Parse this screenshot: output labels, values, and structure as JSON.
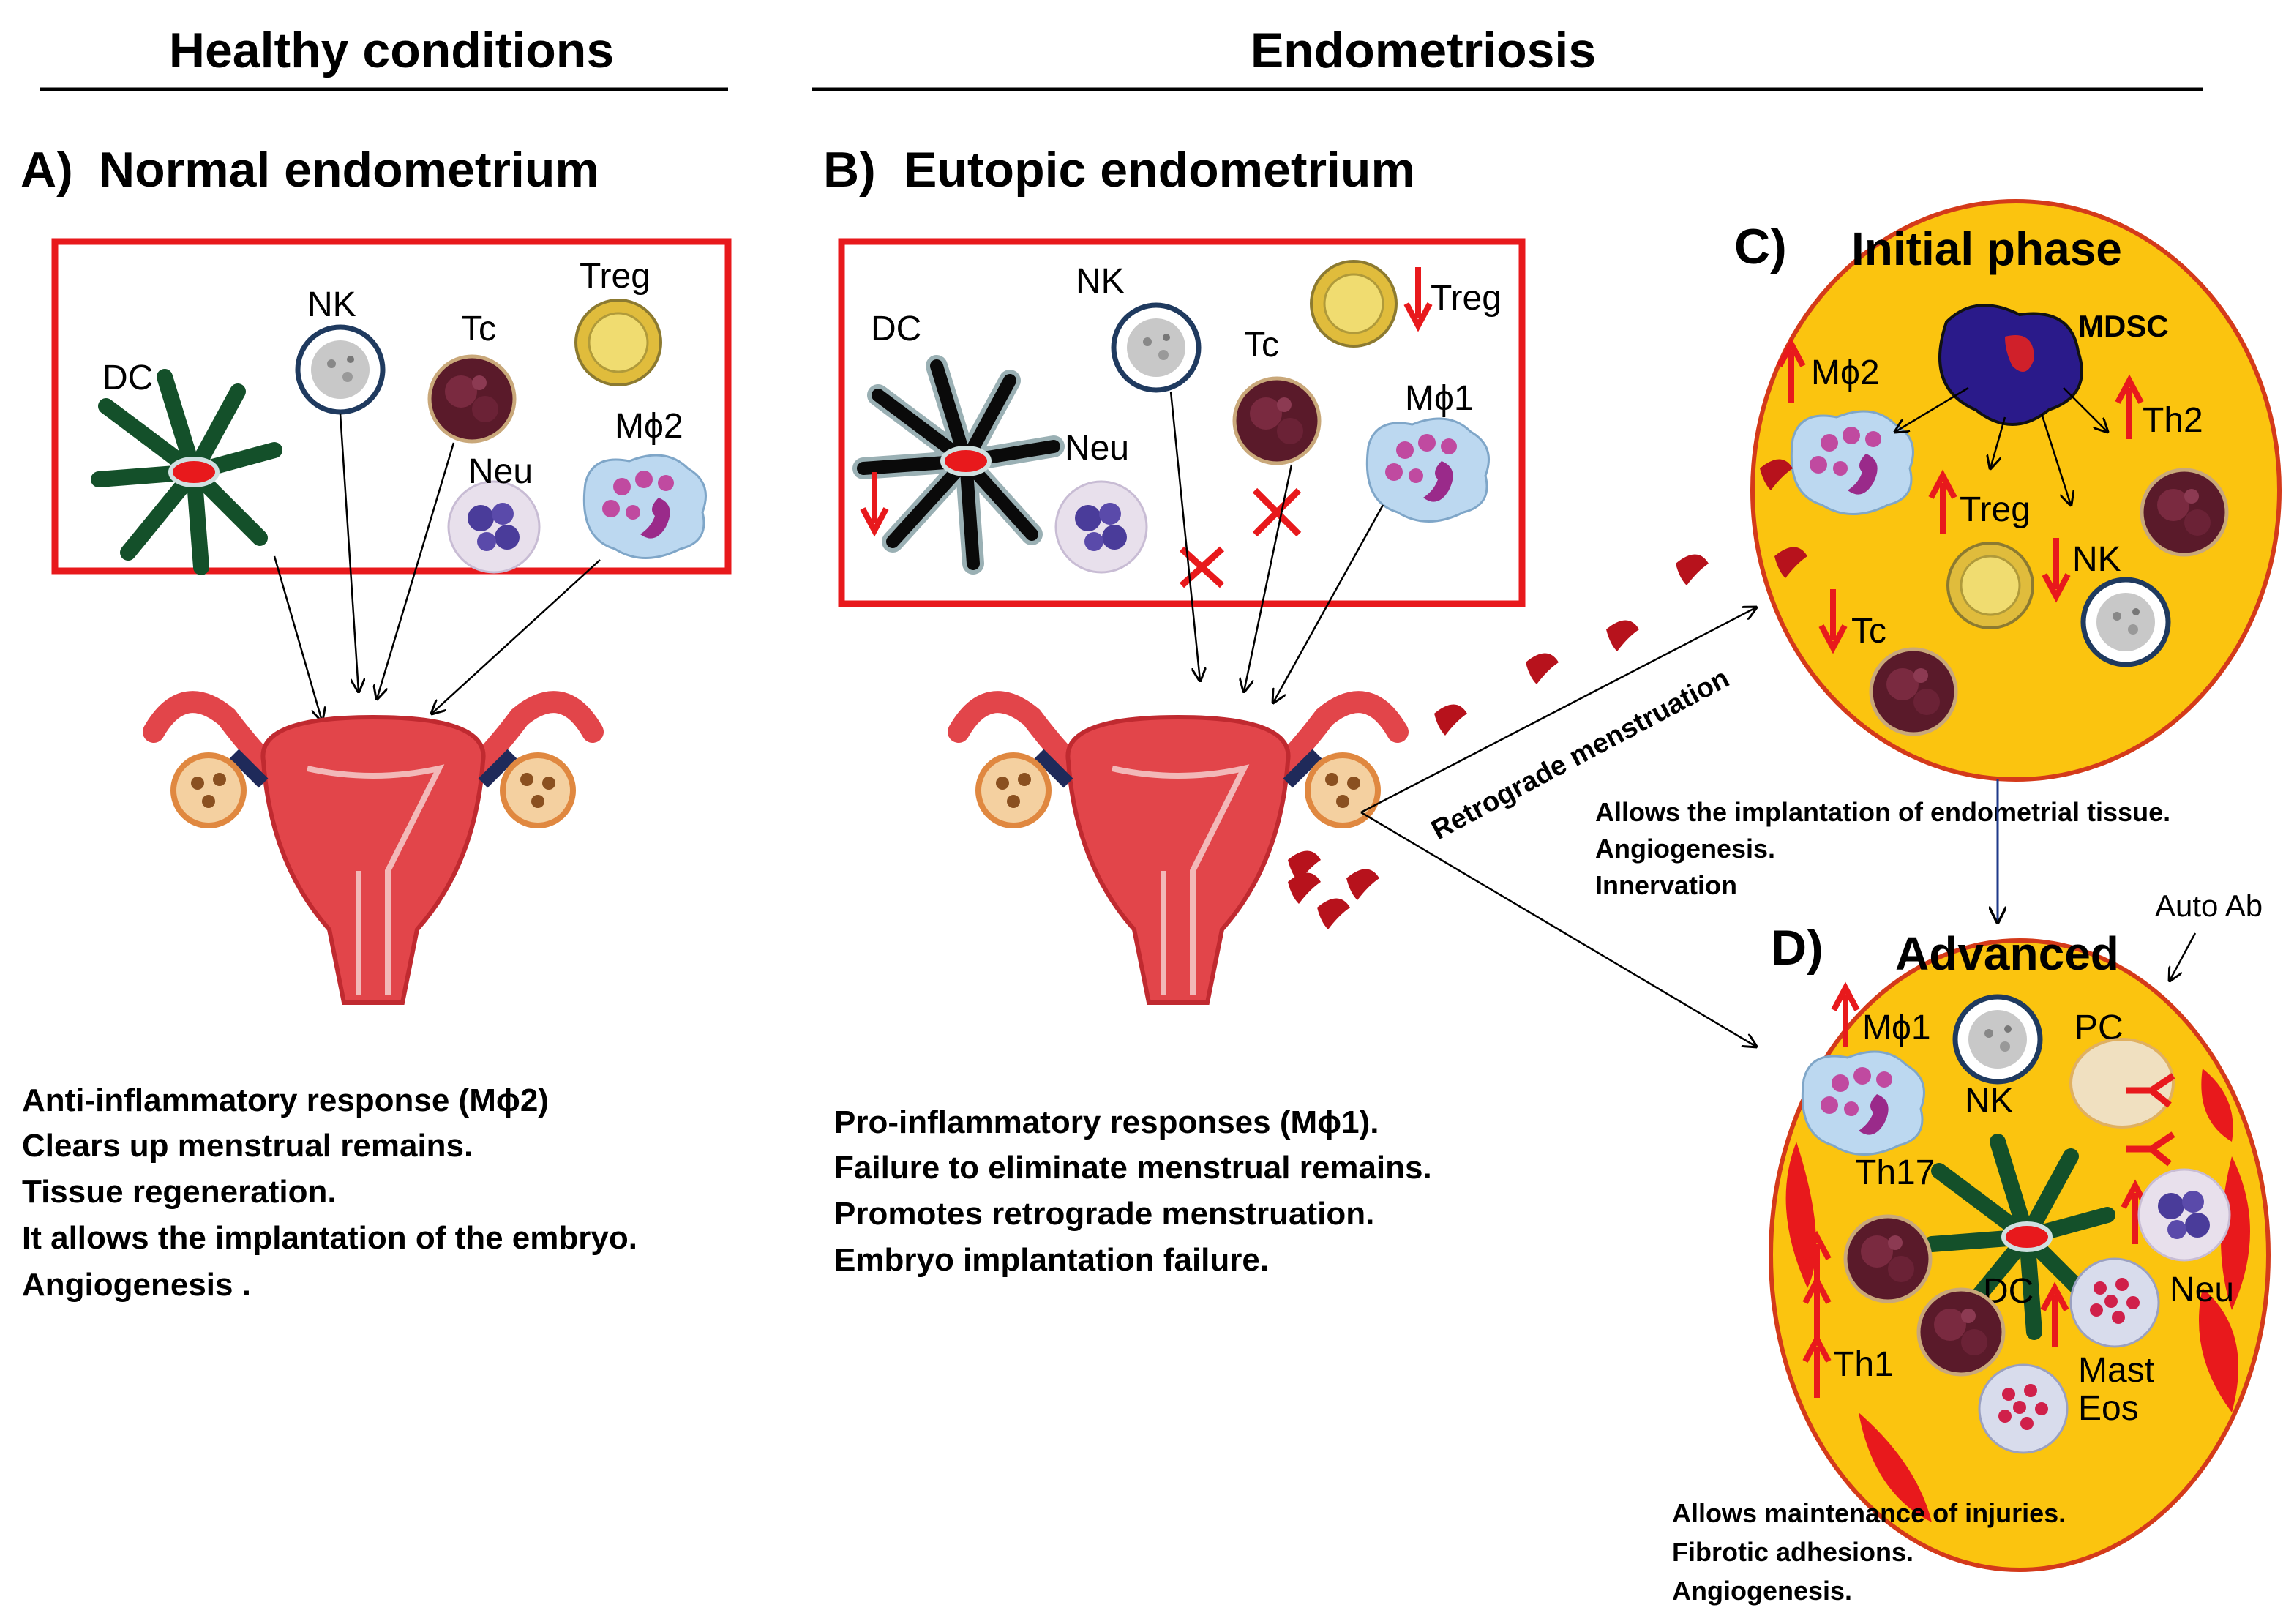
{
  "headers": {
    "healthy": "Healthy conditions",
    "endometriosis": "Endometriosis"
  },
  "panel_a": {
    "letter": "A)",
    "title": "Normal endometrium",
    "cells": [
      "DC",
      "NK",
      "Tc",
      "Treg",
      "Neu",
      "Mϕ2"
    ],
    "description": [
      "Anti-inflammatory response (Mϕ2)",
      "Clears up menstrual remains.",
      "Tissue regeneration.",
      "It allows the implantation of the embryo.",
      "Angiogenesis ."
    ]
  },
  "panel_b": {
    "letter": "B)",
    "title": "Eutopic endometrium",
    "cells": [
      "DC",
      "NK",
      "Tc",
      "Treg",
      "Neu",
      "Mϕ1"
    ],
    "description": [
      "Pro-inflammatory responses (Mϕ1).",
      "Failure to eliminate menstrual remains.",
      "Promotes retrograde menstruation.",
      "Embryo implantation failure."
    ]
  },
  "retrograde_label": "Retrograde menstruation",
  "panel_c": {
    "letter": "C)",
    "title": "Initial phase",
    "cells": [
      "MDSC",
      "Mϕ2",
      "Th2",
      "Treg",
      "NK",
      "Tc"
    ],
    "description": [
      "Allows the implantation of endometrial tissue.",
      "Angiogenesis.",
      "Innervation"
    ]
  },
  "panel_d": {
    "letter": "D)",
    "title": "Advanced",
    "auto_ab": "Auto Ab",
    "cells": [
      "Mϕ1",
      "NK",
      "PC",
      "Th17",
      "DC",
      "Neu",
      "Th1",
      "Mast",
      "Eos"
    ],
    "description": [
      "Allows maintenance of injuries.",
      "Fibrotic adhesions.",
      "Angiogenesis."
    ]
  },
  "colors": {
    "box_border": "#e8191c",
    "ellipse_fill": "#fbc40f",
    "ellipse_border": "#d43a1a",
    "arrow_red": "#e8191c",
    "uterus": "#e2454a",
    "lesion": "#b7121c"
  }
}
